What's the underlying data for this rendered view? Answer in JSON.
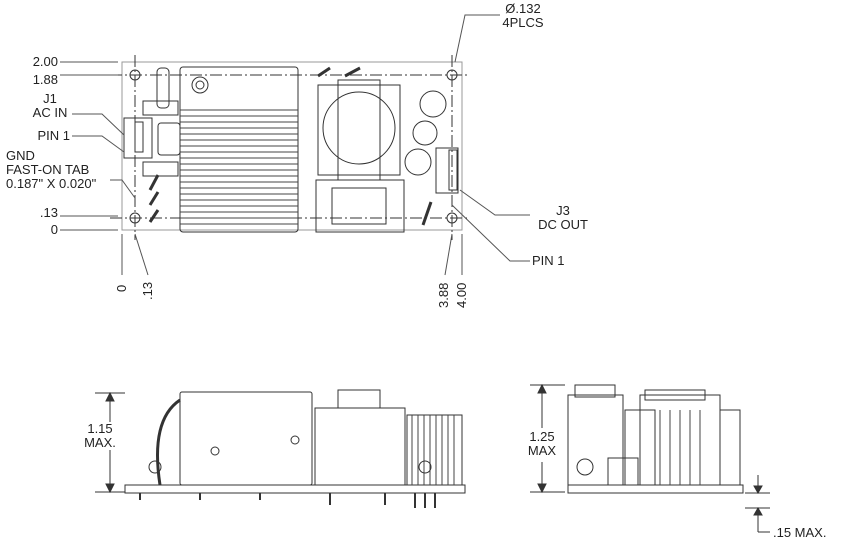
{
  "top_view": {
    "hole_callout": {
      "diameter": "Ø.132",
      "count": "4PLCS"
    },
    "y_dims": [
      "2.00",
      "1.88",
      ".13",
      "0"
    ],
    "x_dims": [
      "0",
      ".13",
      "3.88",
      "4.00"
    ],
    "j1": {
      "ref": "J1",
      "name": "AC IN",
      "pin": "PIN 1"
    },
    "gnd": {
      "line1": "GND",
      "line2": "FAST-ON TAB",
      "line3": "0.187\" X 0.020\""
    },
    "j3": {
      "ref": "J3",
      "name": "DC OUT",
      "pin": "PIN 1"
    }
  },
  "side_view": {
    "height_line1": "1.15",
    "height_line2": "MAX."
  },
  "end_view": {
    "height_line1": "1.25",
    "height_line2": "MAX",
    "pin_length": ".15 MAX."
  }
}
